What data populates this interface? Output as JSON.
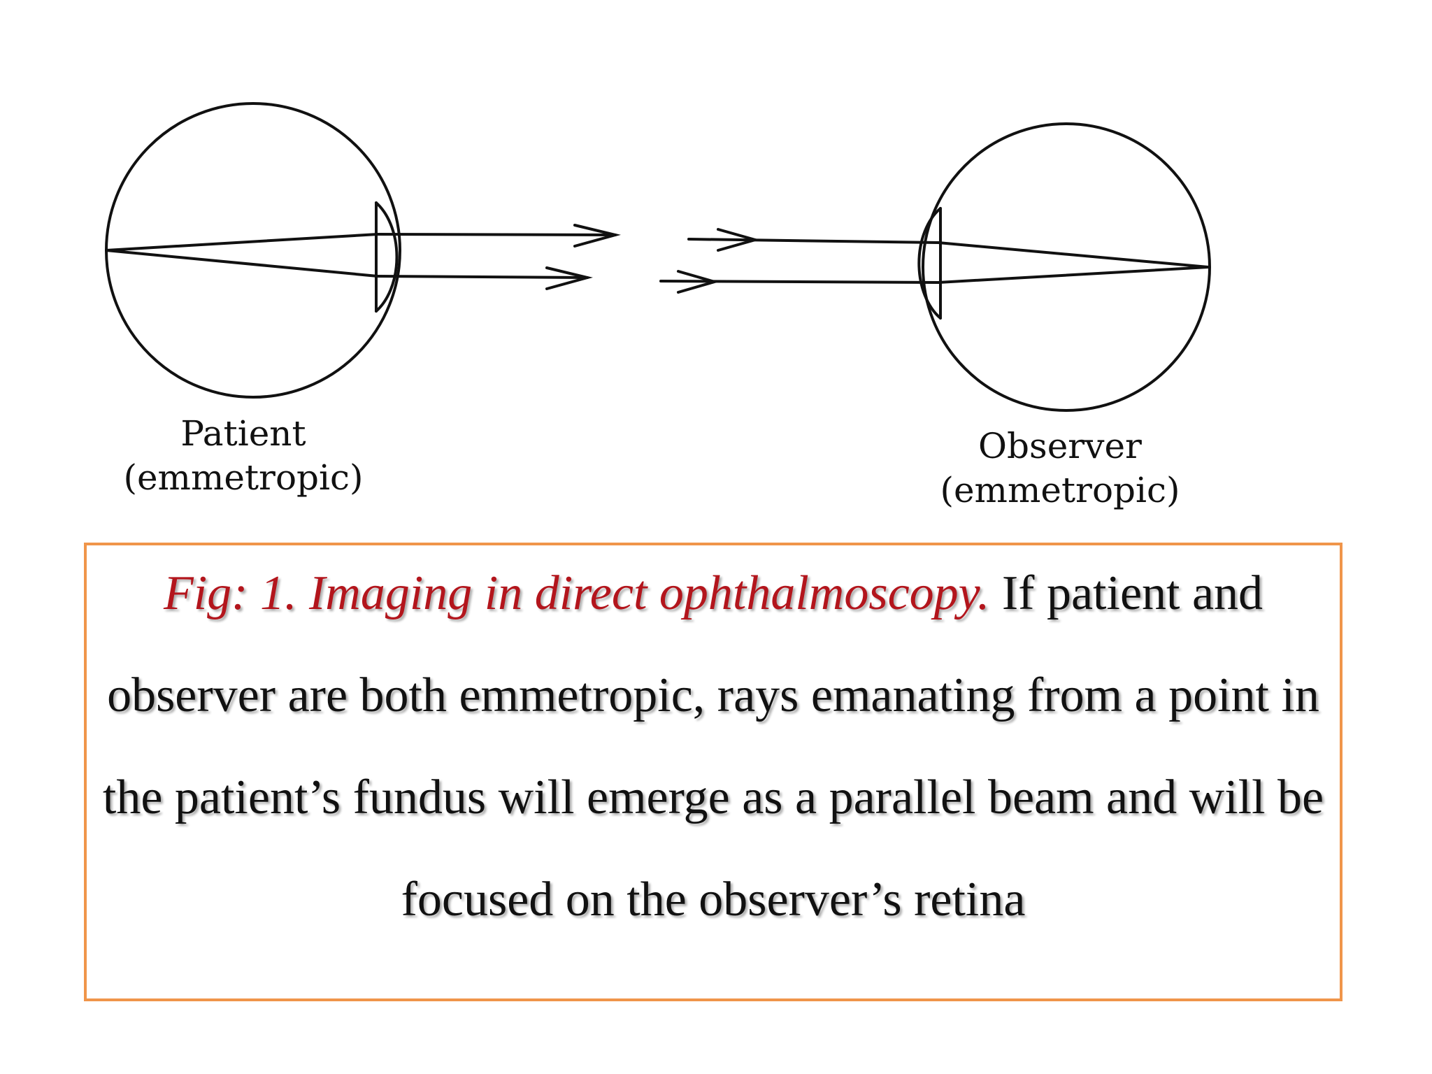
{
  "labels": {
    "patient_name": "Patient",
    "patient_state": "(emmetropic)",
    "observer_name": "Observer",
    "observer_state": "(emmetropic)"
  },
  "caption": {
    "figure_label": "Fig: 1. Imaging in direct ophthalmoscopy.",
    "text": " If patient and observer are both emmetropic, rays emanating from a point in the patient’s fundus will emerge as a parallel beam and will be focused on the observer’s retina"
  },
  "colors": {
    "figure_label": "#b3151c",
    "box_border": "#f0954a",
    "line": "#111111"
  }
}
